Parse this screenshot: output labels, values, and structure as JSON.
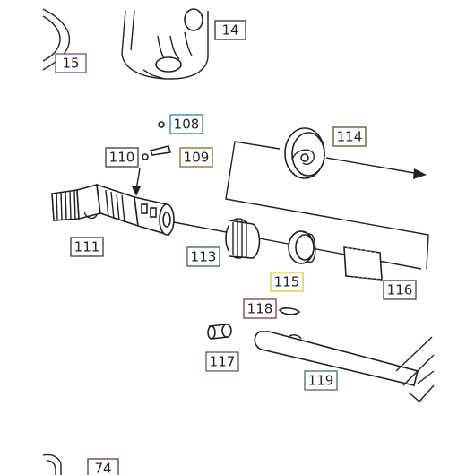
{
  "diagram": {
    "labels": [
      {
        "id": "14",
        "text": "14",
        "box_color": "#3a2a3a"
      },
      {
        "id": "15",
        "text": "15",
        "box_color": "#6a4aa8"
      },
      {
        "id": "108",
        "text": "108",
        "box_color": "#2a8a8a"
      },
      {
        "id": "109",
        "text": "109",
        "box_color": "#8a6a2a"
      },
      {
        "id": "110",
        "text": "110",
        "box_color": "#3a3a3a"
      },
      {
        "id": "111",
        "text": "111",
        "box_color": "#3a3a3a"
      },
      {
        "id": "113",
        "text": "113",
        "box_color": "#3a6a3a"
      },
      {
        "id": "114",
        "text": "114",
        "box_color": "#6a4a2a"
      },
      {
        "id": "115",
        "text": "115",
        "box_color": "#d8d020",
        "highlight": "#f5f07a"
      },
      {
        "id": "116",
        "text": "116",
        "box_color": "#3a3a6a"
      },
      {
        "id": "117",
        "text": "117",
        "box_color": "#4a6a4a"
      },
      {
        "id": "118",
        "text": "118",
        "box_color": "#7a3a5a"
      },
      {
        "id": "119",
        "text": "119",
        "box_color": "#4a6a6a"
      },
      {
        "id": "74",
        "text": "74",
        "box_color": "#6a3a3a"
      }
    ],
    "parts": [
      {
        "id": "14",
        "name": "barrel-nut-assembly"
      },
      {
        "id": "15",
        "name": "ring-part"
      },
      {
        "id": "108",
        "name": "small-ball"
      },
      {
        "id": "109",
        "name": "detent-pin"
      },
      {
        "id": "110",
        "name": "small-ball"
      },
      {
        "id": "111",
        "name": "threaded-tube"
      },
      {
        "id": "113",
        "name": "knurled-nut"
      },
      {
        "id": "114",
        "name": "slotted-disc"
      },
      {
        "id": "115",
        "name": "spacer-ring",
        "fill": "#f2ee6a"
      },
      {
        "id": "116",
        "name": "spring"
      },
      {
        "id": "117",
        "name": "plug"
      },
      {
        "id": "118",
        "name": "clip"
      },
      {
        "id": "119",
        "name": "rod"
      },
      {
        "id": "74",
        "name": "partial-part"
      }
    ]
  }
}
